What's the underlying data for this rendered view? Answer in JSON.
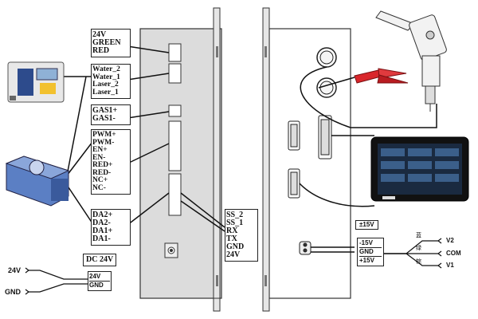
{
  "colors": {
    "panel_fill": "#dcdcdc",
    "panel_stroke": "#333333",
    "wire": "#111111",
    "clamp_red": "#d9262b",
    "screen": "#1a2a40",
    "fiber_blue": "#4b70b8"
  },
  "icons": {
    "chiller": "water-chiller-icon",
    "laser_source": "laser-source-icon",
    "welding_head": "welding-gun-icon",
    "touch_screen": "touch-screen-icon",
    "ground_clamp": "ground-clamp-icon"
  },
  "left_panel": {
    "power_status": [
      "24V",
      "GREEN",
      "RED"
    ],
    "water_laser": [
      "Water_2",
      "Water_1",
      "Laser_2",
      "Laser_1"
    ],
    "gas": [
      "GAS1+",
      "GAS1-"
    ],
    "laser_signals": [
      "PWM+",
      "PWM-",
      "EN+",
      "EN-",
      "RED+",
      "RED-",
      "NC+",
      "NC-"
    ],
    "analog": [
      "DA2+",
      "DA2-",
      "DA1+",
      "DA1-"
    ],
    "serial": [
      "SS_2",
      "SS_1",
      "RX",
      "TX",
      "GND",
      "24V"
    ],
    "dc_label": "DC 24V"
  },
  "power_input": {
    "inputs": [
      "24V",
      "GND"
    ],
    "box": [
      "24V",
      "GND"
    ]
  },
  "right_panel": {
    "supply_title": "±15V",
    "supply_rails": [
      "-15V",
      "GND",
      "+15V"
    ],
    "outputs": [
      "V2",
      "COM",
      "V1"
    ],
    "wire_colors": [
      "蓝",
      "绿",
      "棕"
    ]
  }
}
